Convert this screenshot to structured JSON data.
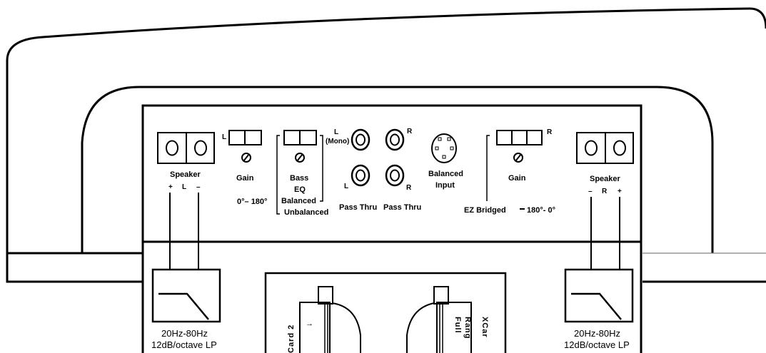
{
  "left_speaker": {
    "label": "Speaker",
    "plus": "+",
    "channel": "L",
    "minus": "–"
  },
  "left_gain": {
    "channel": "L",
    "label": "Gain",
    "phase": "0°– 180°"
  },
  "bass_eq": {
    "line1": "Bass",
    "line2": "EQ",
    "balanced": "Balanced",
    "unbalanced": "Unbalanced"
  },
  "mono_input": {
    "channel": "L",
    "mono": "(Mono)"
  },
  "right_rca_top": {
    "channel": "R"
  },
  "pass_thru_left": {
    "channel": "L",
    "label": "Pass Thru"
  },
  "pass_thru_right": {
    "channel": "R",
    "label": "Pass Thru"
  },
  "balanced_input": {
    "line1": "Balanced",
    "line2": "Input"
  },
  "right_gain": {
    "channel": "R",
    "label": "Gain",
    "bridged": "EZ Bridged",
    "phase": "180°- 0°"
  },
  "right_speaker": {
    "label": "Speaker",
    "minus": "–",
    "channel": "R",
    "plus": "+"
  },
  "left_filter": {
    "line1": "20Hz-80Hz",
    "line2": "12dB/octave LP"
  },
  "right_filter": {
    "line1": "20Hz-80Hz",
    "line2": "12dB/octave LP"
  },
  "xcards": {
    "left_card": "Card 2",
    "arrow": "→",
    "right_card_a": "Full",
    "right_card_b": "Rang",
    "right_card_c": "XCar"
  },
  "colors": {
    "stroke": "#000000",
    "background": "#ffffff",
    "thin_line": "#808080"
  }
}
